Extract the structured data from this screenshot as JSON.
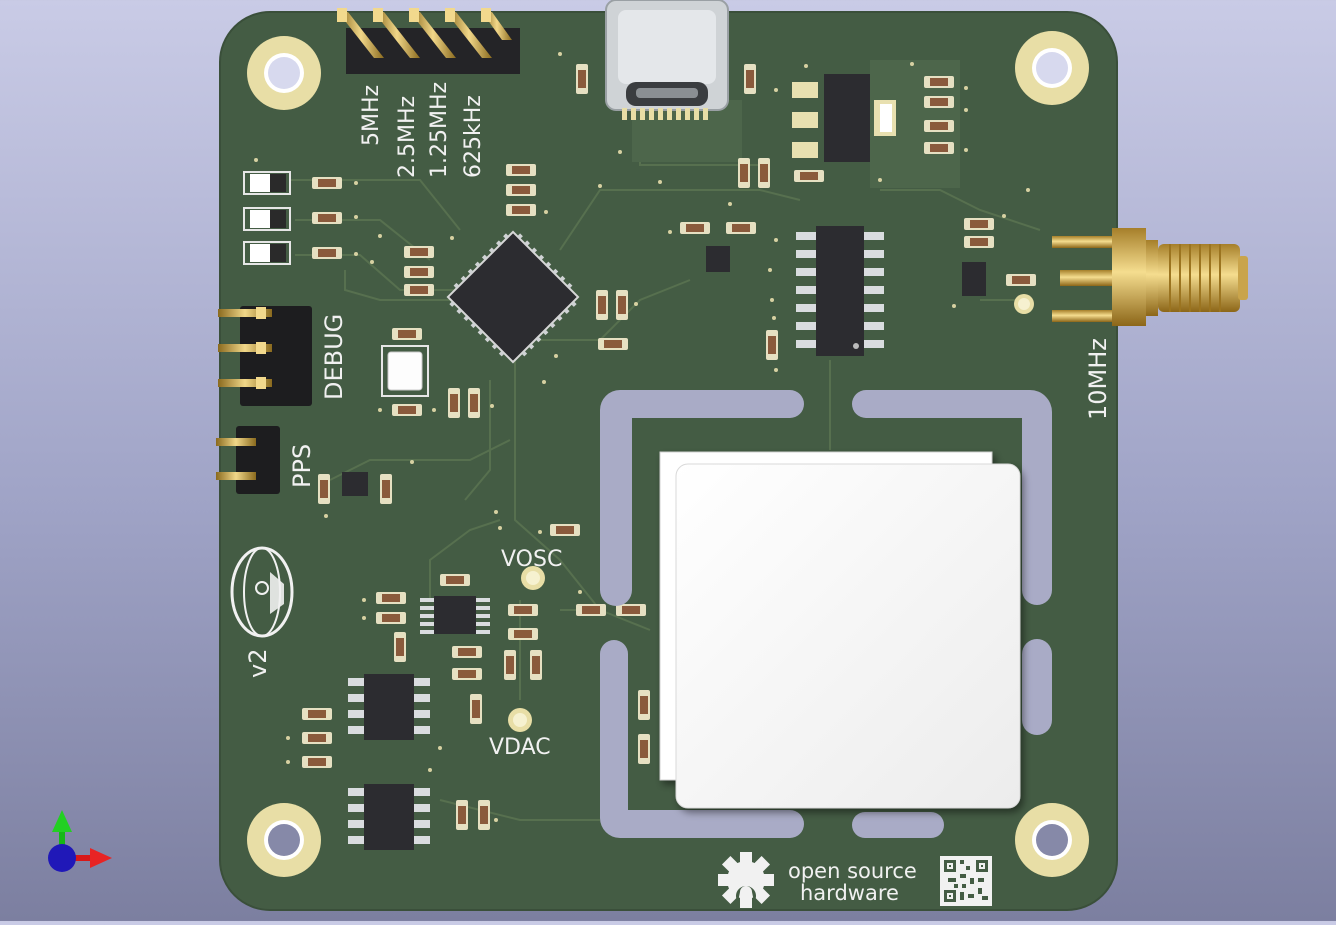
{
  "board": {
    "colors": {
      "soldermask": "#445c44",
      "copper_trace": "#5a7553",
      "silkscreen": "#f1f1f1",
      "pad_gold": "#e9dfa8",
      "ic_body": "#2c2c30",
      "shield": "#f7f7f7",
      "background_top": "#c9cbe6",
      "background_bottom": "#7c7fa0"
    },
    "silkscreen_labels": {
      "freq_5mhz": "5MHz",
      "freq_2_5mhz": "2.5MHz",
      "freq_1_25mhz": "1.25MHz",
      "freq_625khz": "625kHz",
      "debug": "DEBUG",
      "pps": "PPS",
      "out_10mhz": "10MHz",
      "vosc": "VOSC",
      "vdac": "VDAC",
      "version": "v2",
      "oshw_line1": "open source",
      "oshw_line2": "hardware"
    },
    "icons": {
      "logo": "ufo-logo-icon",
      "oshw": "open-source-hardware-gear-icon",
      "qr": "qr-code-icon",
      "axes": "xyz-axis-gizmo-icon"
    }
  }
}
